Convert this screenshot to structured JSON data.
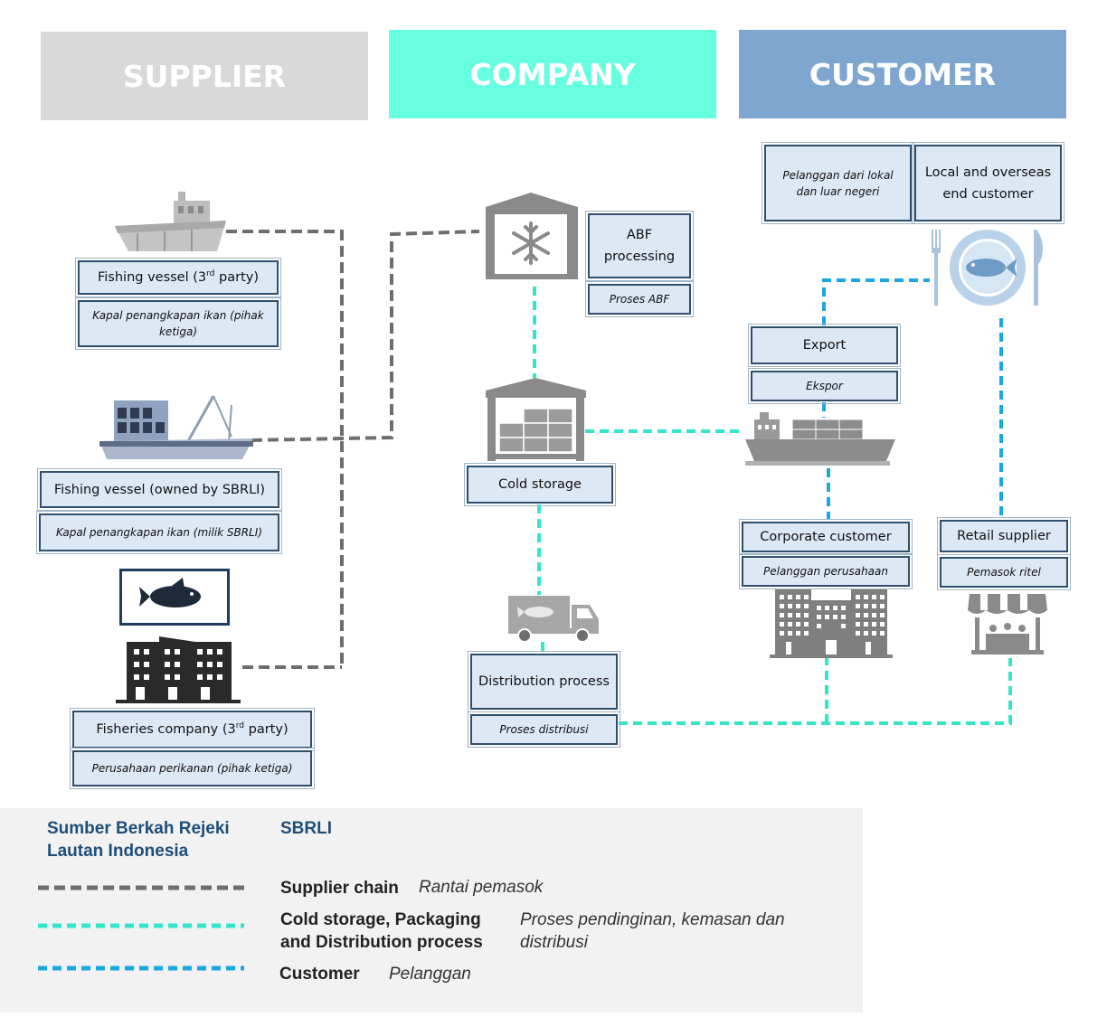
{
  "headers": {
    "supplier": {
      "label": "SUPPLIER",
      "color": "#d9d9d9"
    },
    "company": {
      "label": "COMPANY",
      "color": "#66ffe0"
    },
    "customer": {
      "label": "CUSTOMER",
      "color": "#7ea6cf"
    }
  },
  "supplier": {
    "vessel_third_party": {
      "label_prefix": "Fishing vessel (3",
      "label_sup": "rd",
      "label_suffix": " party)",
      "sublabel": "Kapal penangkapan ikan (pihak ketiga)"
    },
    "vessel_owned": {
      "label": "Fishing vessel (owned by SBRLI)",
      "sublabel": "Kapal penangkapan ikan (milik SBRLI)"
    },
    "fisheries_company": {
      "label_prefix": "Fisheries company (3",
      "label_sup": "rd",
      "label_suffix": " party)",
      "sublabel": "Perusahaan perikanan (pihak ketiga)"
    }
  },
  "company": {
    "abf": {
      "label": "ABF processing",
      "sublabel": "Proses ABF"
    },
    "cold_storage": {
      "label": "Cold storage"
    },
    "distribution": {
      "label": "Distribution process",
      "sublabel": "Proses distribusi"
    }
  },
  "customer": {
    "end_customer": {
      "label": "Local and overseas end customer",
      "sublabel": "Pelanggan dari lokal dan luar negeri"
    },
    "export": {
      "label": "Export",
      "sublabel": "Ekspor"
    },
    "corporate": {
      "label": "Corporate customer",
      "sublabel": "Pelanggan perusahaan"
    },
    "retail": {
      "label": "Retail supplier",
      "sublabel": "Pemasok ritel"
    }
  },
  "legend": {
    "company_name": "Sumber Berkah Rejeki Lautan Indonesia",
    "abbrev": "SBRLI",
    "items": [
      {
        "label": "Supplier chain",
        "translation": "Rantai pemasok",
        "color": "#6e6e6e"
      },
      {
        "label": "Cold storage, Packaging and Distribution process",
        "translation": "Proses pendinginan, kemasan dan distribusi",
        "color": "#33e6c9"
      },
      {
        "label": "Customer",
        "translation": "Pelanggan",
        "color": "#1ba8e0"
      }
    ]
  },
  "icons": {
    "boat_third_party": "fishing-boat-icon",
    "vessel_owned": "fishing-vessel-icon",
    "fish_sign": "fish-sign-icon",
    "factory": "factory-building-icon",
    "freezer": "freezer-warehouse-icon",
    "cold_storage": "cold-storage-warehouse-icon",
    "truck": "refrigerated-truck-icon",
    "plate": "fish-plate-cutlery-icon",
    "cargo_ship": "cargo-ship-icon",
    "office": "office-building-icon",
    "shop": "retail-shop-icon"
  }
}
